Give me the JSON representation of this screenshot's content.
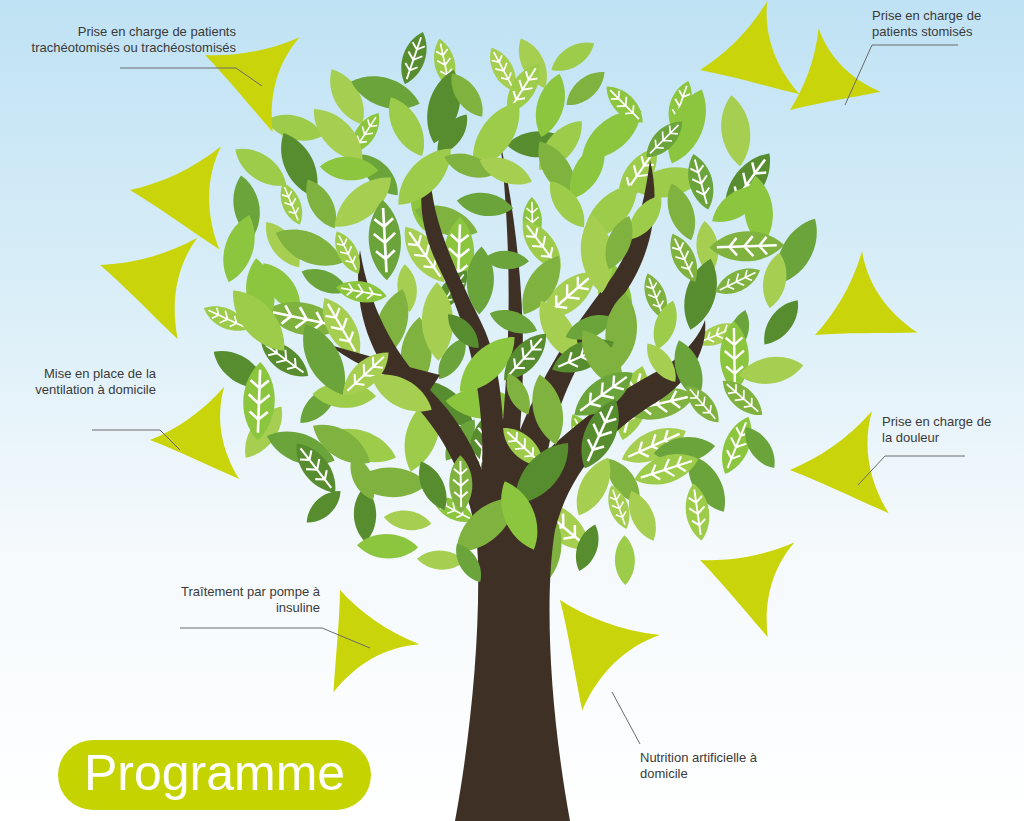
{
  "diagram": {
    "nodes": [
      {
        "text": [
          "Programme"
        ]
      }
    ],
    "labels": [
      "Prise en charge de patients trachéotomisés ou trachéostomisés",
      "Prise en charge de patients stomisés",
      "Mise en place de la ventilation à domicile",
      "Prise en charge de la douleur",
      "Traîtement par pompe à insuline",
      "Nutrition artificielle à domicile"
    ]
  }
}
